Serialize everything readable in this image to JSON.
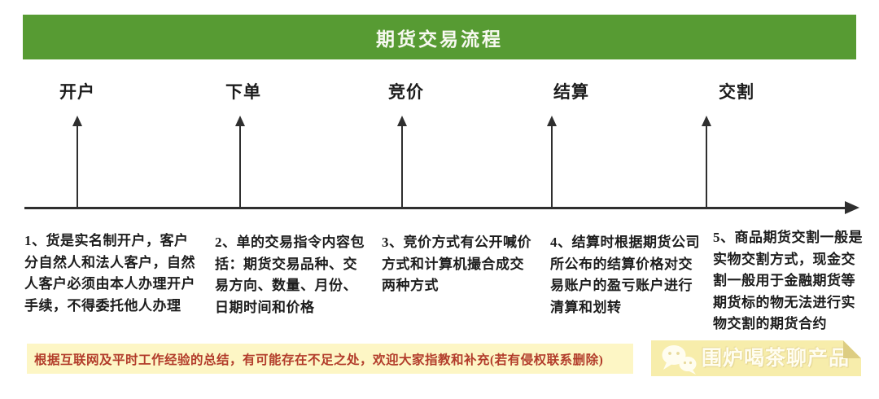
{
  "header": {
    "title": "期货交易流程",
    "bg_color": "#579b33",
    "text_color": "#f7f9f0"
  },
  "stages": [
    {
      "label": "开户",
      "desc": "1、货是实名制开户，客户\n分自然人和法人客户，自然\n人客户必须由本人办理开户\n手续，不得委托他人办理"
    },
    {
      "label": "下单",
      "desc": "2、单的交易指令内容包\n括：期货交易品种、交\n易方向、数量、月份、\n日期时间和价格"
    },
    {
      "label": "竞价",
      "desc": "3、竞价方式有公开喊价\n方式和计算机撮合成交\n两种方式"
    },
    {
      "label": "结算",
      "desc": "4、结算时根据期货公司\n所公布的结算价格对交\n易账户的盈亏账户进行\n清算和划转"
    },
    {
      "label": "交割",
      "desc": "5、商品期货交割一般是\n实物交割方式，现金交\n割一般用于金融期货等\n期货标的物无法进行实\n物交割的期货合约"
    }
  ],
  "timeline": {
    "direction": "left-to-right",
    "line_color": "#2f2f2f",
    "stage_count": 5
  },
  "footer_note": {
    "text": "根据互联网及平时工作经验的总结，有可能存在不足之处，欢迎大家指教和补充(若有侵权联系删除)",
    "bg_color": "#fdf6c5",
    "text_color": "#b23c2a"
  },
  "watermark": {
    "icon": "wechat-icon",
    "text": "围炉喝茶聊产品",
    "bg_color": "#f7edab",
    "text_color": "#fffdf0"
  }
}
